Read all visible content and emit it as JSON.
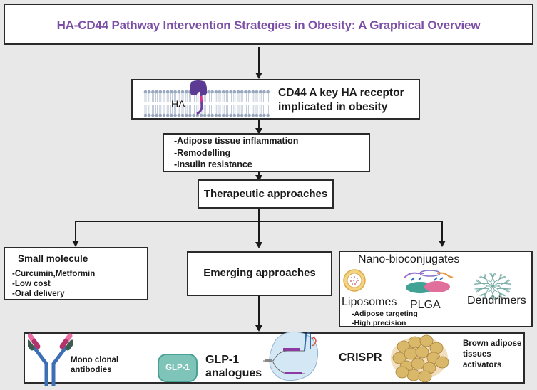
{
  "title": "HA-CD44  Pathway Intervention Strategies in Obesity: A Graphical Overview",
  "receptor": {
    "membrane_label": "HA",
    "text_line1": "CD44 A key HA receptor",
    "text_line2": "implicated in obesity"
  },
  "effects": [
    "-Adipose tissue inflammation",
    "-Remodelling",
    "-Insulin resistance"
  ],
  "therapeutic": "Therapeutic approaches",
  "small_molecule": {
    "heading": "Small molecule",
    "items": [
      "-Curcumin,Metformin",
      "-Low cost",
      "-Oral delivery"
    ]
  },
  "emerging": "Emerging approaches",
  "nano": {
    "heading": "Nano-bioconjugates",
    "liposomes": "Liposomes",
    "plga": "PLGA",
    "dendrimers": "Dendrimers",
    "items": [
      "-Adipose targeting",
      "-High precision"
    ]
  },
  "bottom": {
    "antibody_line1": "Mono clonal",
    "antibody_line2": "antibodies",
    "glp_badge": "GLP-1",
    "glp_line1": "GLP-1",
    "glp_line2": "analogues",
    "crispr": "CRISPR",
    "bat_line1": "Brown adipose",
    "bat_line2": "tissues",
    "bat_line3": "activators"
  },
  "colors": {
    "title_purple": "#7b4fa6",
    "glp_teal": "#7ec4b8",
    "antibody_blue": "#3d6fb4",
    "fat_tan": "#d9b86a"
  }
}
